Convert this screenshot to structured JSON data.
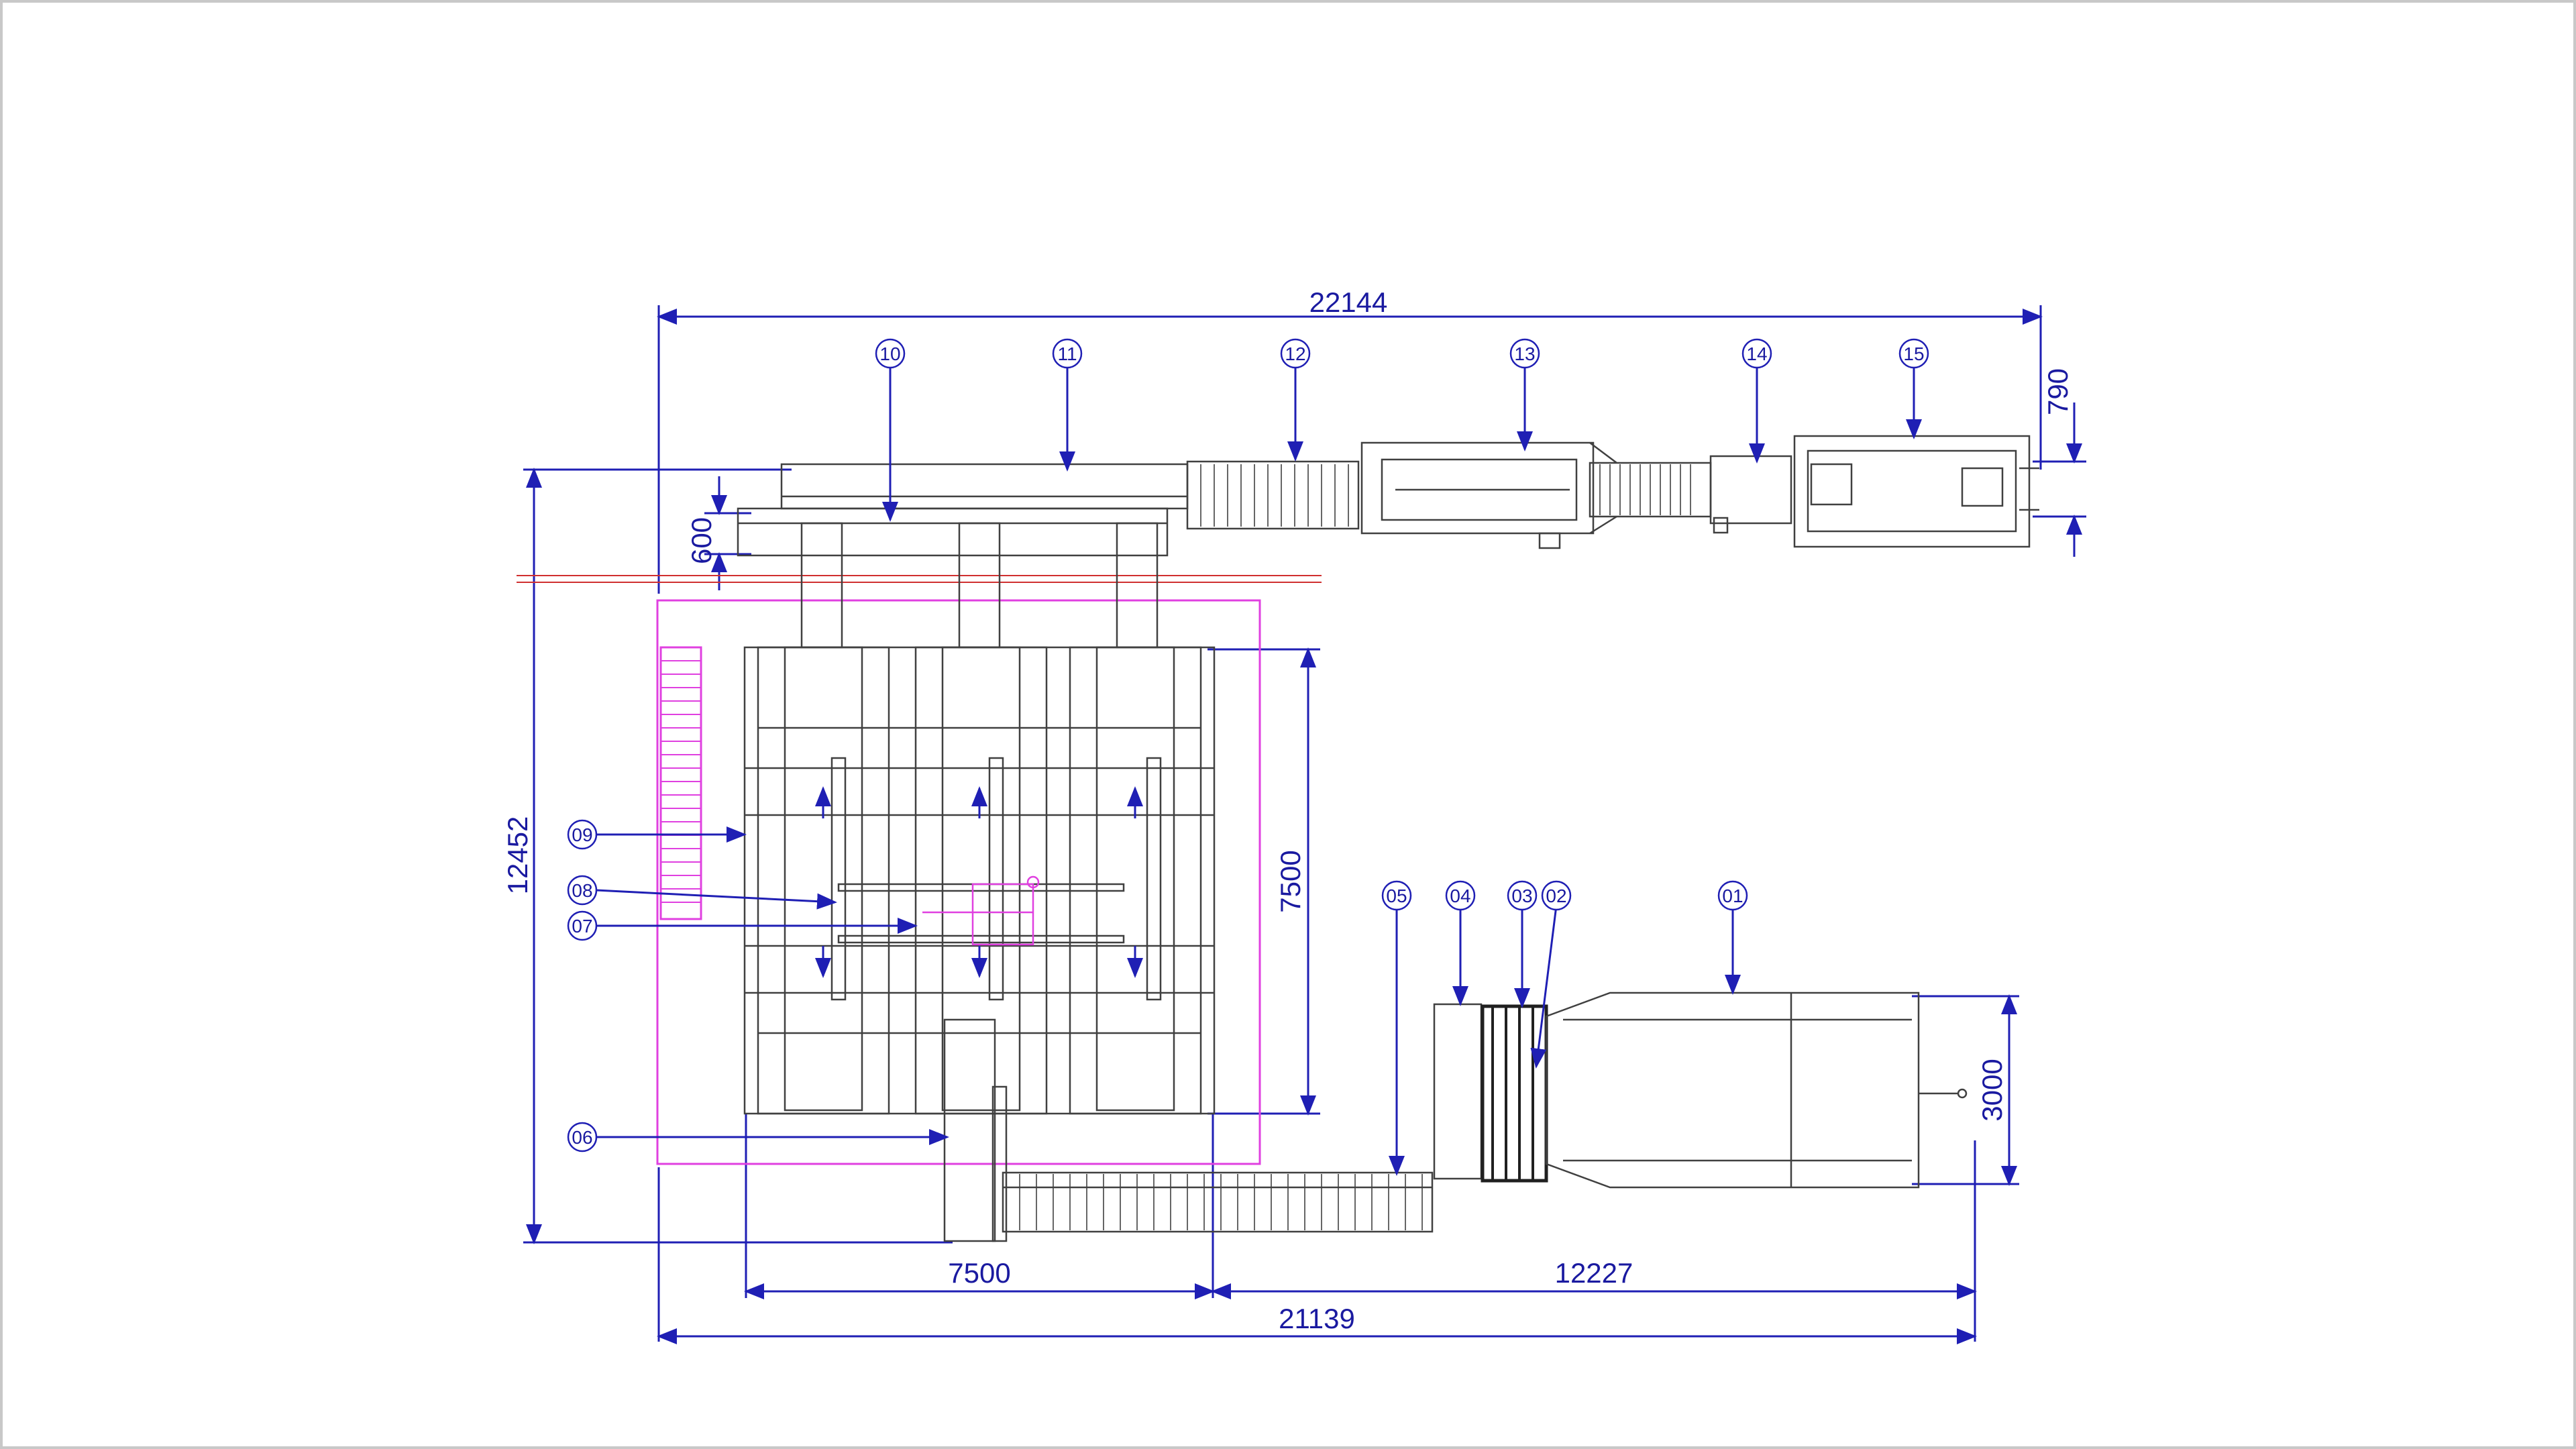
{
  "drawing": {
    "dimensions": {
      "overall_top_width": "22144",
      "overall_bottom_width": "21139",
      "overall_height": "12452",
      "cell_width": "7500",
      "cell_height": "7500",
      "right_section_width": "12227",
      "intake_width": "3000",
      "upper_conveyor_height": "790",
      "rail_offset": "600"
    },
    "balloons": [
      "01",
      "02",
      "03",
      "04",
      "05",
      "06",
      "07",
      "08",
      "09",
      "10",
      "11",
      "12",
      "13",
      "14",
      "15"
    ],
    "colors": {
      "dimension": "#1f1fb4",
      "machine": "#404040",
      "boundary": "#e040e0",
      "rail": "#d03030",
      "frame": "#c8c8c8"
    }
  }
}
